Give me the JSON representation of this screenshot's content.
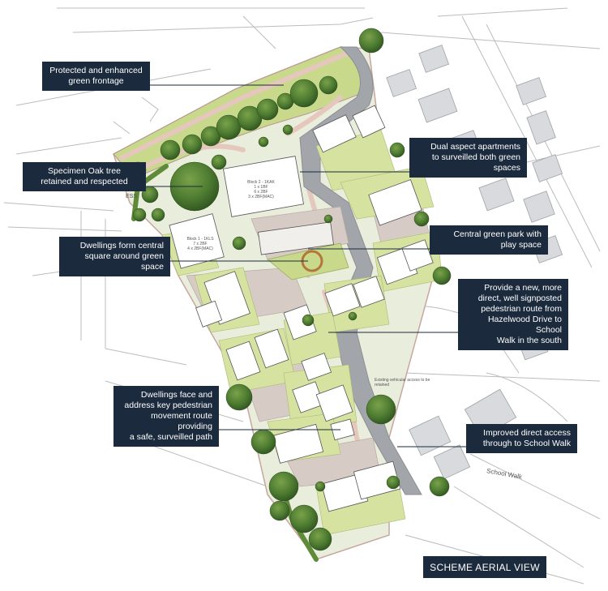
{
  "callouts": {
    "green_frontage": [
      "Protected and enhanced",
      "green frontage"
    ],
    "oak_tree": [
      "Specimen Oak tree",
      "retained and respected"
    ],
    "central_square": [
      "Dwellings form central",
      "square around green space"
    ],
    "dual_aspect": [
      "Dual aspect apartments",
      "to surveilled both green",
      "spaces"
    ],
    "green_park": [
      "Central green park with",
      "play space"
    ],
    "pedestrian_route": [
      "Provide a new, more",
      "direct, well signposted",
      "pedestrian route from",
      "Hazelwood Drive to School",
      "Walk in the south"
    ],
    "dwellings_face": [
      "Dwellings face and",
      "address key pedestrian",
      "movement route providing",
      "a safe, surveilled path"
    ],
    "school_access": [
      "Improved direct access",
      "through to School Walk"
    ]
  },
  "title": "SCHEME AERIAL VIEW",
  "map_labels": {
    "school_walk": "School Walk",
    "ess": "ESS",
    "existing_access": "Existing vehicular access to be retained",
    "block1": [
      "Block 1 - 1KLS",
      "7 x 2BF",
      "4 x 2BF(MAC)"
    ],
    "block2": [
      "Block 2 - 1KAK",
      "1 x 1BF",
      "6 x 2BF",
      "3 x 2BF(MAC)"
    ]
  },
  "colors": {
    "callout_bg": "#1b2a3d",
    "grass": "#dce6a4",
    "trees": "#3f6b2a",
    "road": "#9a9ca0",
    "paving": "#d9c9c2",
    "roof": "#ffffff"
  }
}
